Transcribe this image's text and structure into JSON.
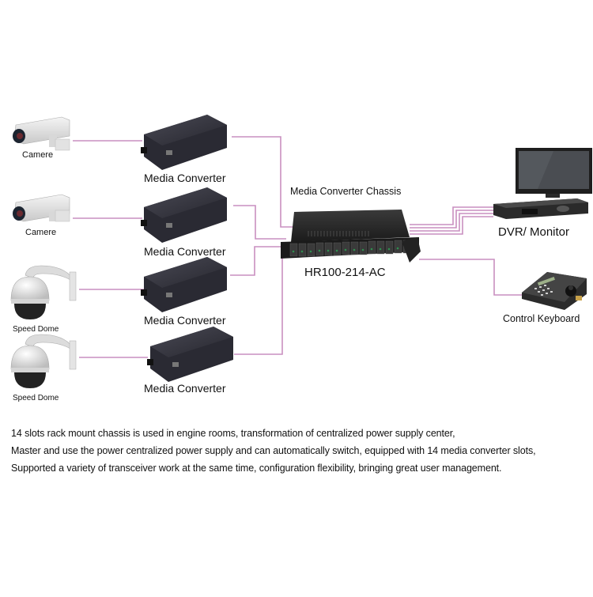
{
  "diagram": {
    "wire_color": "#c98fc0",
    "devices": {
      "cameras": [
        {
          "label": "Camere",
          "type": "box-camera"
        },
        {
          "label": "Camere",
          "type": "box-camera"
        },
        {
          "label": "Speed Dome",
          "type": "speed-dome"
        },
        {
          "label": "Speed Dome",
          "type": "speed-dome"
        }
      ],
      "converters": [
        {
          "label": "Media Converter"
        },
        {
          "label": "Media Converter"
        },
        {
          "label": "Media Converter"
        },
        {
          "label": "Media Converter"
        }
      ],
      "chassis": {
        "title": "Media Converter Chassis",
        "model": "HR100-214-AC",
        "slots": 14
      },
      "dvr": {
        "label": "DVR/ Monitor"
      },
      "keyboard": {
        "label": "Control Keyboard"
      }
    }
  },
  "description": {
    "lines": [
      "14 slots rack mount chassis is used in engine rooms, transformation of centralized power supply center,",
      "Master and use the power centralized power supply and can automatically switch, equipped with 14 media converter slots,",
      "Supported a variety of transceiver work at the same time, configuration flexibility, bringing great user management."
    ]
  }
}
